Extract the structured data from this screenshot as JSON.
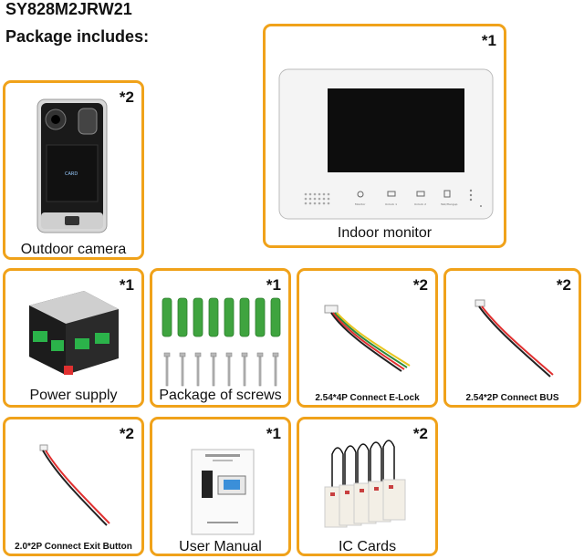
{
  "model": "SY828M2JRW21",
  "package_heading": "Package includes:",
  "items": [
    {
      "label": "Outdoor camera",
      "qty": "*2"
    },
    {
      "label": "Indoor monitor",
      "qty": "*1"
    },
    {
      "label": "Power supply",
      "qty": "*1"
    },
    {
      "label": "Package of screws",
      "qty": "*1"
    },
    {
      "label": "2.54*4P Connect E-Lock",
      "qty": "*2"
    },
    {
      "label": "2.54*2P Connect BUS",
      "qty": "*2"
    },
    {
      "label": "2.0*2P Connect Exit Button",
      "qty": "*2"
    },
    {
      "label": "User Manual",
      "qty": "*1"
    },
    {
      "label": "IC Cards",
      "qty": "*2"
    }
  ],
  "monitor_buttons": [
    "Monitor",
    "Unlock 1",
    "Unlock 2",
    "Talk/Hangup"
  ],
  "camera_text": "CARD",
  "colors": {
    "border": "#f0a21a"
  }
}
